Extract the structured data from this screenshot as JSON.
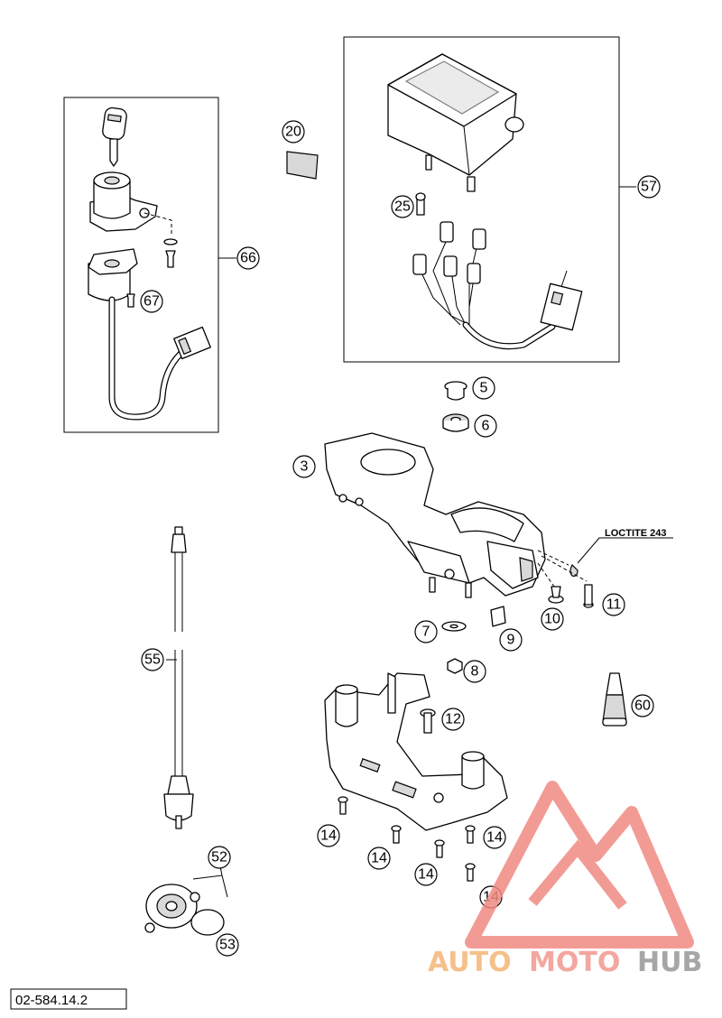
{
  "diagram_code": "02-584.14.2",
  "loctite_label": "LOCTITE 243",
  "callouts": [
    "3",
    "5",
    "6",
    "7",
    "8",
    "9",
    "10",
    "11",
    "12",
    "14",
    "14",
    "14",
    "14",
    "14",
    "20",
    "25",
    "52",
    "53",
    "55",
    "57",
    "60",
    "66",
    "67"
  ],
  "watermark": {
    "word_1": "AUTO",
    "word_2": "MOTO",
    "word_3": "HUB",
    "colors": {
      "auto": "#f6c08a",
      "moto": "#f3a7a0",
      "hub": "#a6a6a6",
      "logo": "#f08a82"
    }
  }
}
